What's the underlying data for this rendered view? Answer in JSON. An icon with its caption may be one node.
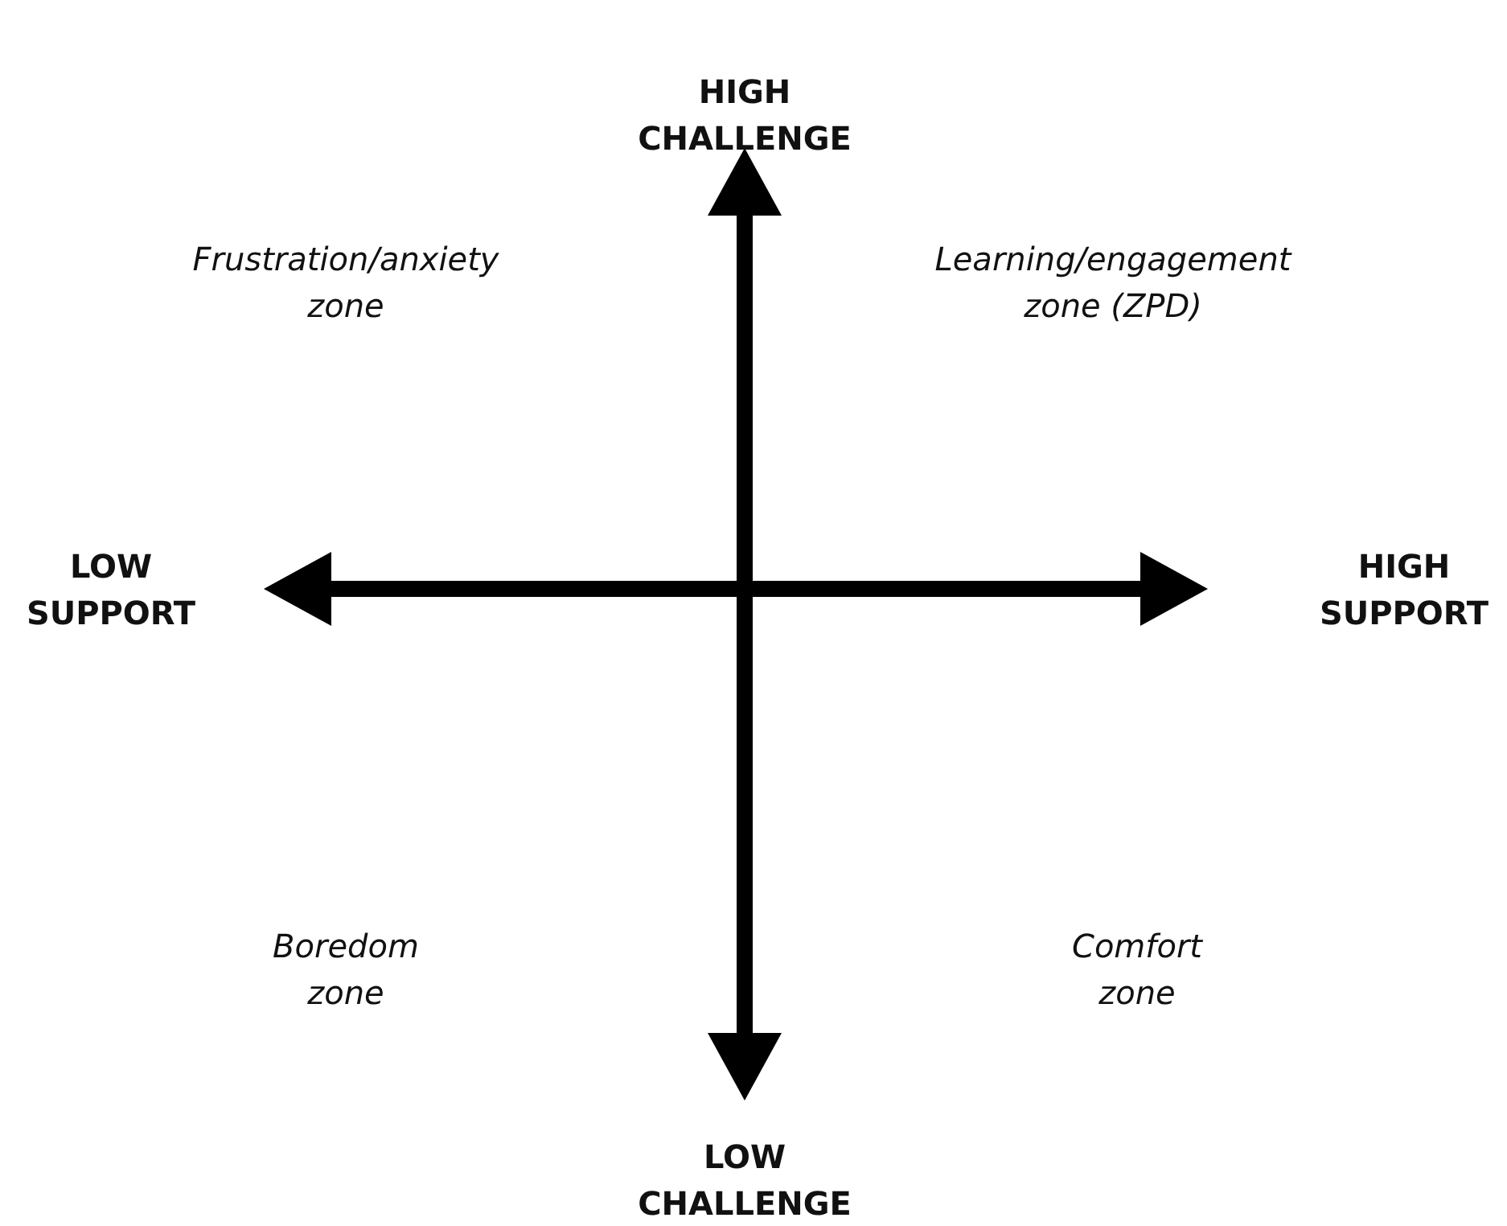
{
  "diagram": {
    "labels": [
      "HIGH CHALLENGE",
      "Frustration/anxiety zone",
      "Learning/engagement zone (ZPD)",
      "LOW SUPPORT",
      "HIGH SUPPORT",
      "Boredom zone",
      "Comfort zone",
      "LOW CHALLENGE"
    ]
  }
}
